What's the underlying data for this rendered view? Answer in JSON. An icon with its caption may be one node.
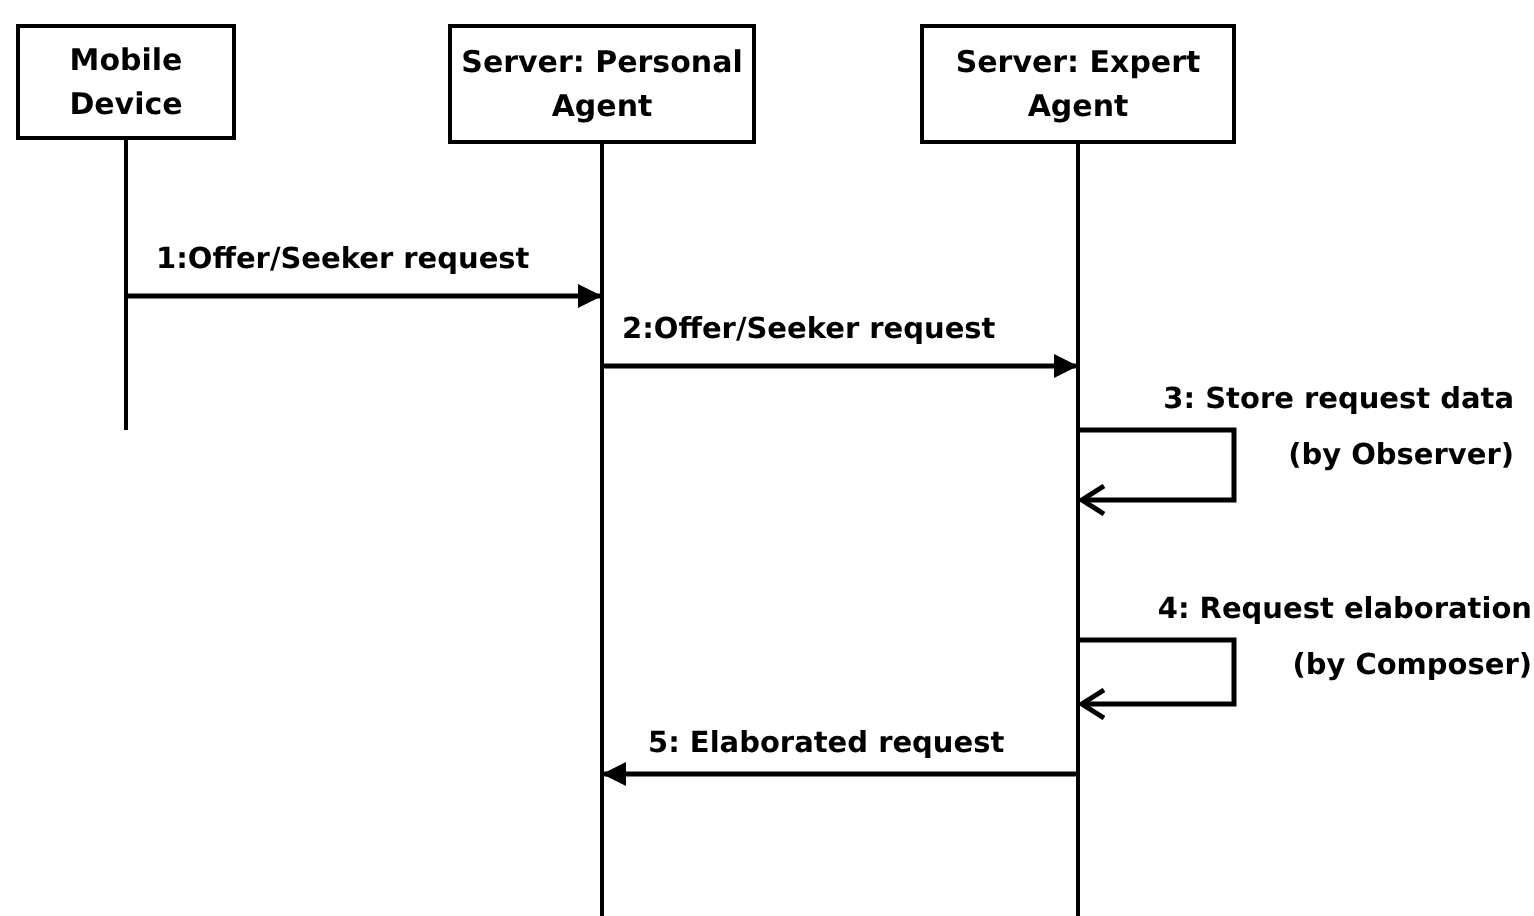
{
  "diagram": {
    "nodes": [
      {
        "text": [
          "Mobile Device"
        ]
      },
      {
        "text": [
          "Server: Personal Agent"
        ]
      },
      {
        "text": [
          "Server: Expert Agent"
        ]
      }
    ],
    "edges": [
      {
        "from": 0,
        "to": 1,
        "arrow": "to",
        "label": "1:Offer/Seeker request"
      },
      {
        "from": 1,
        "to": 2,
        "arrow": "to",
        "label": "2:Offer/Seeker request"
      },
      {
        "from": 2,
        "to": 2,
        "arrow": "to",
        "label": "3: Store request data (by Observer)"
      },
      {
        "from": 2,
        "to": 2,
        "arrow": "to",
        "label": "4: Request elaboration (by Composer)"
      },
      {
        "from": 2,
        "to": 1,
        "arrow": "to",
        "label": "5: Elaborated request"
      }
    ]
  }
}
